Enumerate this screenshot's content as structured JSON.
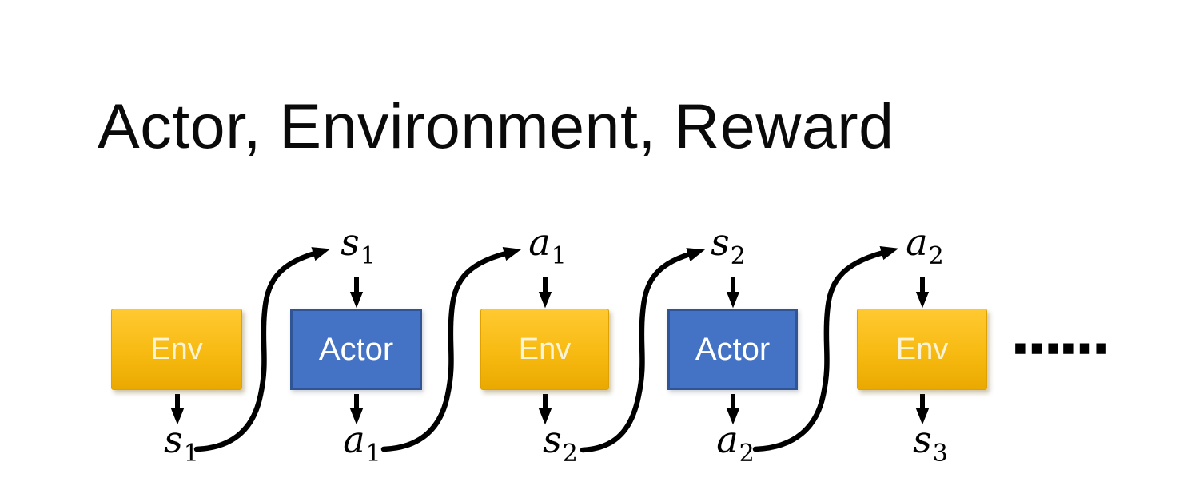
{
  "title": "Actor, Environment, Reward",
  "diagram": {
    "nodes": [
      {
        "id": "env-1",
        "label": "Env"
      },
      {
        "id": "actor-1",
        "label": "Actor"
      },
      {
        "id": "env-2",
        "label": "Env"
      },
      {
        "id": "actor-2",
        "label": "Actor"
      },
      {
        "id": "env-3",
        "label": "Env"
      }
    ],
    "top_labels": [
      {
        "base": "s",
        "sub": "1"
      },
      {
        "base": "a",
        "sub": "1"
      },
      {
        "base": "s",
        "sub": "2"
      },
      {
        "base": "a",
        "sub": "2"
      }
    ],
    "bottom_labels": [
      {
        "base": "s",
        "sub": "1"
      },
      {
        "base": "a",
        "sub": "1"
      },
      {
        "base": "s",
        "sub": "2"
      },
      {
        "base": "a",
        "sub": "2"
      },
      {
        "base": "s",
        "sub": "3"
      }
    ],
    "ellipsis": "……"
  },
  "colors": {
    "background": "#FFFFFF",
    "title_text": "#0A0A0A",
    "env_gradient_top": "#FFC930",
    "env_gradient_bottom": "#EAA900",
    "env_text": "#FBF3D5",
    "actor_fill": "#4472C4",
    "actor_border": "#2F5597",
    "actor_text": "#FFFFFF",
    "arrow": "#000000"
  }
}
